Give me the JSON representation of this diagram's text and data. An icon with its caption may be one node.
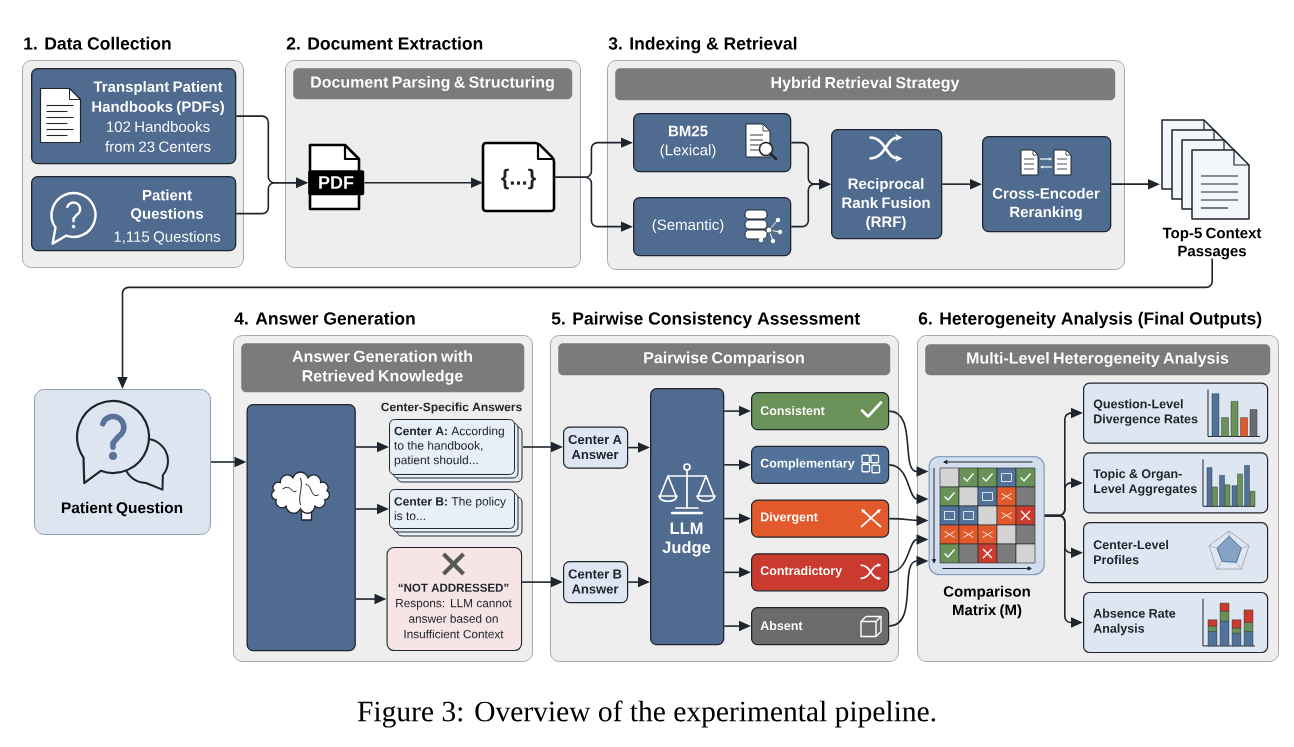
{
  "diagram": {
    "caption": "Figure 3: Overview of the experimental pipeline.",
    "nodes": [
      {
        "text": [
          "1. Data Collection"
        ]
      },
      {
        "text": [
          "Transplant Patient Handbooks (PDFs)",
          "102 Handbooks from 23 Centers"
        ],
        "in": 0
      },
      {
        "text": [
          "Patient Questions",
          "1,115 Questions"
        ],
        "in": 0
      },
      {
        "text": [
          "2. Document Extraction"
        ]
      },
      {
        "text": [
          "Document Parsing & Structuring"
        ],
        "in": 3
      },
      {
        "text": [
          "PDF"
        ],
        "in": 3
      },
      {
        "text": [
          "{...}"
        ],
        "in": 3
      },
      {
        "text": [
          "3. Indexing & Retrieval"
        ]
      },
      {
        "text": [
          "Hybrid Retrieval Strategy"
        ],
        "in": 7
      },
      {
        "text": [
          "BM25",
          "(Lexical)"
        ],
        "in": 7
      },
      {
        "text": [
          "(Semantic)"
        ],
        "in": 7
      },
      {
        "text": [
          "Reciprocal Rank Fusion (RRF)"
        ],
        "in": 7
      },
      {
        "text": [
          "Cross-Encoder Reranking"
        ],
        "in": 7
      },
      {
        "text": [
          "Top-5 Context Passages"
        ]
      },
      {
        "text": [
          "Patient Question"
        ]
      },
      {
        "text": [
          "4. Answer Generation"
        ]
      },
      {
        "text": [
          "Answer Generation with Retrieved Knowledge"
        ],
        "in": 15
      },
      {
        "text": [],
        "shape": "box",
        "in": 15
      },
      {
        "text": [
          "**Center A:** According to the handbook, patient should..."
        ],
        "in": 15
      },
      {
        "text": [
          "**Center B:** The policy is to..."
        ],
        "in": 15
      },
      {
        "text": [
          "“NOT ADDRESSED”",
          "Respons: LLM cannot answer based on Insufficient Context"
        ],
        "in": 15
      },
      {
        "text": [
          "5. Pairwise Consistency Assessment"
        ]
      },
      {
        "text": [
          "Pairwise Comparison"
        ],
        "in": 21
      },
      {
        "text": [
          "Center A Answer"
        ],
        "in": 21
      },
      {
        "text": [
          "Center B Answer"
        ],
        "in": 21
      },
      {
        "text": [
          "LLM Judge"
        ],
        "in": 21
      },
      {
        "text": [
          "Consistent"
        ],
        "in": 21
      },
      {
        "text": [
          "Complementary"
        ],
        "in": 21
      },
      {
        "text": [
          "Divergent"
        ],
        "in": 21
      },
      {
        "text": [
          "Contradictory"
        ],
        "in": 21
      },
      {
        "text": [
          "Absent"
        ],
        "in": 21
      },
      {
        "text": [
          "6. Heterogeneity Analysis (Final Outputs)"
        ]
      },
      {
        "text": [
          "Multi-Level Heterogeneity Analysis"
        ],
        "in": 31
      },
      {
        "text": [
          "Comparison Matrix (M)"
        ],
        "in": 31
      },
      {
        "text": [
          "Question-Level Divergence Rates"
        ],
        "in": 31
      },
      {
        "text": [
          "Topic & Organ-Level Aggregates"
        ],
        "in": 31
      },
      {
        "text": [
          "Center-Level Profiles"
        ],
        "in": 31
      },
      {
        "text": [
          "Absence Rate Analysis"
        ],
        "in": 31
      }
    ],
    "edges": [
      {
        "from": 1,
        "to": 5,
        "arrow": "to"
      },
      {
        "from": 2,
        "to": 5,
        "arrow": "to"
      },
      {
        "from": 5,
        "to": 6,
        "arrow": "to"
      },
      {
        "from": 6,
        "to": 9,
        "arrow": "to"
      },
      {
        "from": 6,
        "to": 10,
        "arrow": "to"
      },
      {
        "from": 9,
        "to": 11,
        "arrow": "to"
      },
      {
        "from": 10,
        "to": 11,
        "arrow": "to"
      },
      {
        "from": 11,
        "to": 12,
        "arrow": "to"
      },
      {
        "from": 12,
        "to": 13,
        "arrow": "to"
      },
      {
        "from": 13,
        "to": 14,
        "arrow": "to"
      },
      {
        "from": 14,
        "to": 17,
        "arrow": "to"
      },
      {
        "from": 17,
        "to": 18,
        "arrow": "to"
      },
      {
        "from": 17,
        "to": 19,
        "arrow": "to"
      },
      {
        "from": 17,
        "to": 20,
        "arrow": "to"
      },
      {
        "from": 18,
        "to": 23,
        "arrow": "to"
      },
      {
        "from": 20,
        "to": 24,
        "arrow": "to"
      },
      {
        "from": 23,
        "to": 25,
        "arrow": "to"
      },
      {
        "from": 24,
        "to": 25,
        "arrow": "to"
      },
      {
        "from": 25,
        "to": 26,
        "arrow": "to"
      },
      {
        "from": 25,
        "to": 27,
        "arrow": "to"
      },
      {
        "from": 25,
        "to": 28,
        "arrow": "to"
      },
      {
        "from": 25,
        "to": 29,
        "arrow": "to"
      },
      {
        "from": 25,
        "to": 30,
        "arrow": "to"
      },
      {
        "from": 26,
        "to": 33,
        "arrow": "to"
      },
      {
        "from": 27,
        "to": 33,
        "arrow": "to"
      },
      {
        "from": 28,
        "to": 33,
        "arrow": "to"
      },
      {
        "from": 29,
        "to": 33,
        "arrow": "to"
      },
      {
        "from": 30,
        "to": 33,
        "arrow": "to"
      },
      {
        "from": 33,
        "to": 34,
        "arrow": "to"
      },
      {
        "from": 33,
        "to": 35,
        "arrow": "to"
      },
      {
        "from": 33,
        "to": 36,
        "arrow": "to"
      },
      {
        "from": 33,
        "to": 37,
        "arrow": "to"
      }
    ],
    "labels": [
      "Center-Specific Answers"
    ]
  }
}
